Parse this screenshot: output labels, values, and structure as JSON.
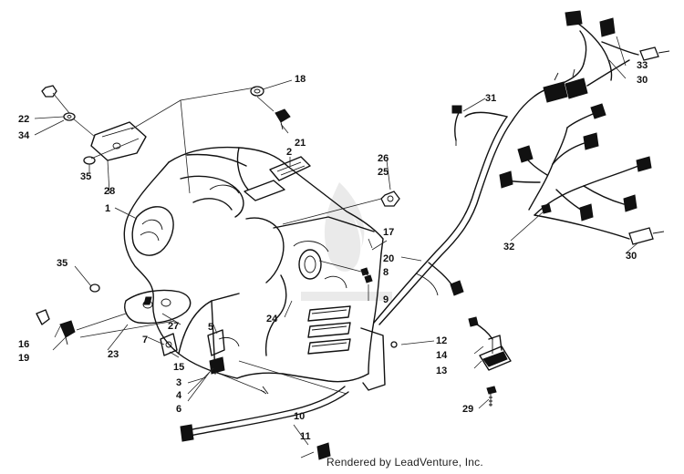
{
  "credit": "Rendered by LeadVenture, Inc.",
  "callouts": {
    "c1": "1",
    "c2": "2",
    "c3": "3",
    "c4": "4",
    "c5": "5",
    "c6": "6",
    "c7": "7",
    "c8": "8",
    "c9": "9",
    "c10": "10",
    "c11": "11",
    "c12": "12",
    "c13": "13",
    "c14": "14",
    "c15": "15",
    "c16": "16",
    "c17": "17",
    "c18": "18",
    "c19": "19",
    "c20": "20",
    "c21": "21",
    "c22": "22",
    "c23": "23",
    "c24": "24",
    "c25": "25",
    "c26": "26",
    "c27": "27",
    "c28": "28",
    "c29": "29",
    "c30a": "30",
    "c30b": "30",
    "c31": "31",
    "c32": "32",
    "c33": "33",
    "c34": "34",
    "c35a": "35",
    "c35b": "35"
  }
}
